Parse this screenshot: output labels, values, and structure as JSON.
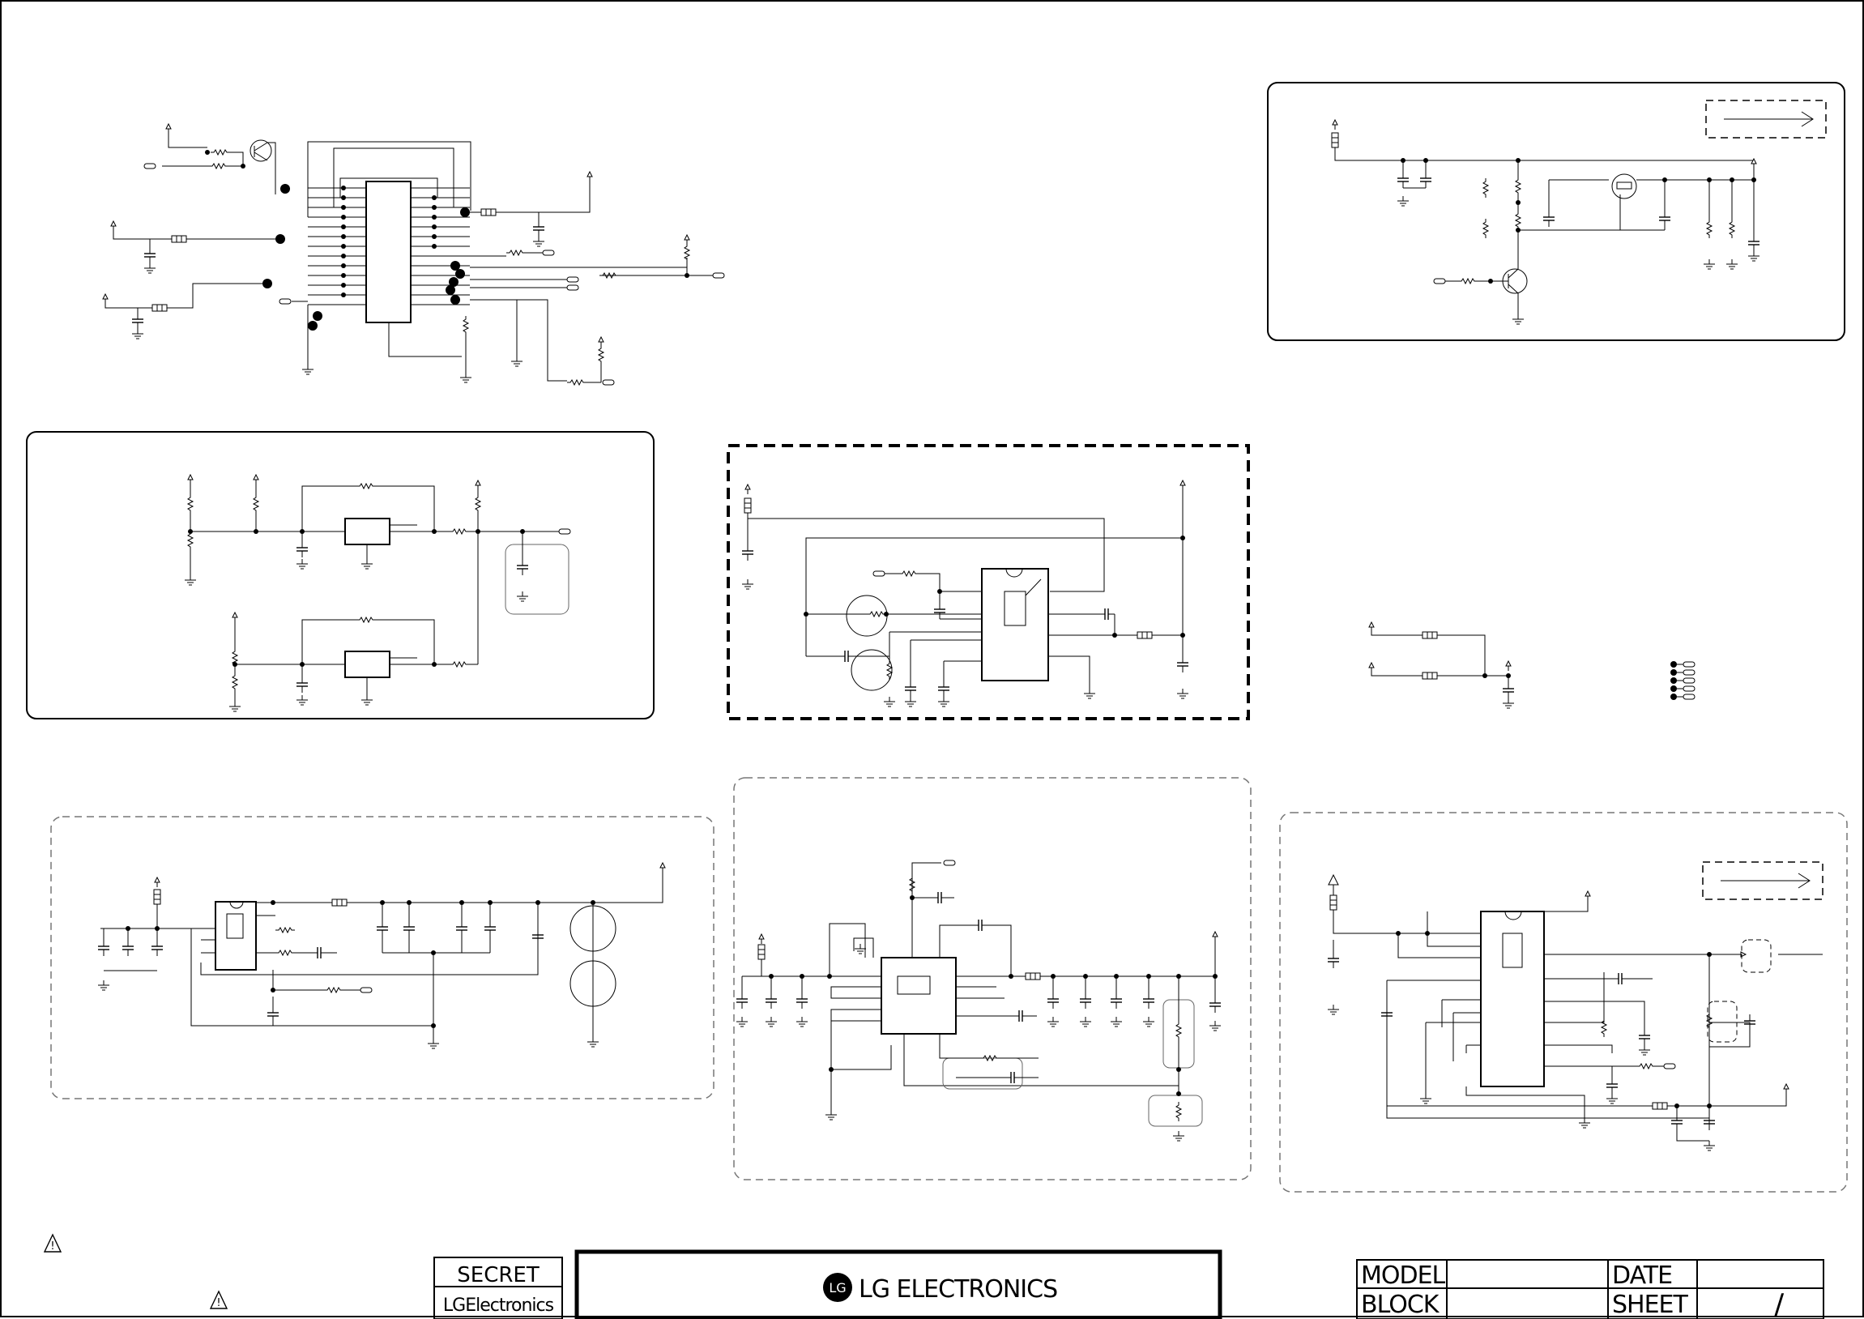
{
  "title_block": {
    "secret_label": "SECRET",
    "company_small": "LGElectronics",
    "company_main": "LG ELECTRONICS",
    "logo_letters": "LG",
    "model_label": "MODEL",
    "block_label": "BLOCK",
    "date_label": "DATE",
    "sheet_label": "SHEET",
    "model_value": "",
    "block_value": "",
    "date_value": "",
    "sheet_value": "/"
  },
  "warnings": [
    {
      "symbol": "!"
    },
    {
      "symbol": "!"
    }
  ],
  "sections": [
    {
      "id": "top-left-ic-block",
      "border": "none"
    },
    {
      "id": "top-right-power-switch",
      "border": "rounded-solid"
    },
    {
      "id": "mid-left-regulators",
      "border": "rounded-solid"
    },
    {
      "id": "mid-center-amp",
      "border": "heavy-dashed"
    },
    {
      "id": "bottom-left-audio",
      "border": "dashed"
    },
    {
      "id": "bottom-center-dcdc",
      "border": "dashed"
    },
    {
      "id": "bottom-right-ic",
      "border": "dashed"
    }
  ],
  "colors": {
    "ink": "#000000",
    "dash": "#777777",
    "paper": "#ffffff"
  }
}
